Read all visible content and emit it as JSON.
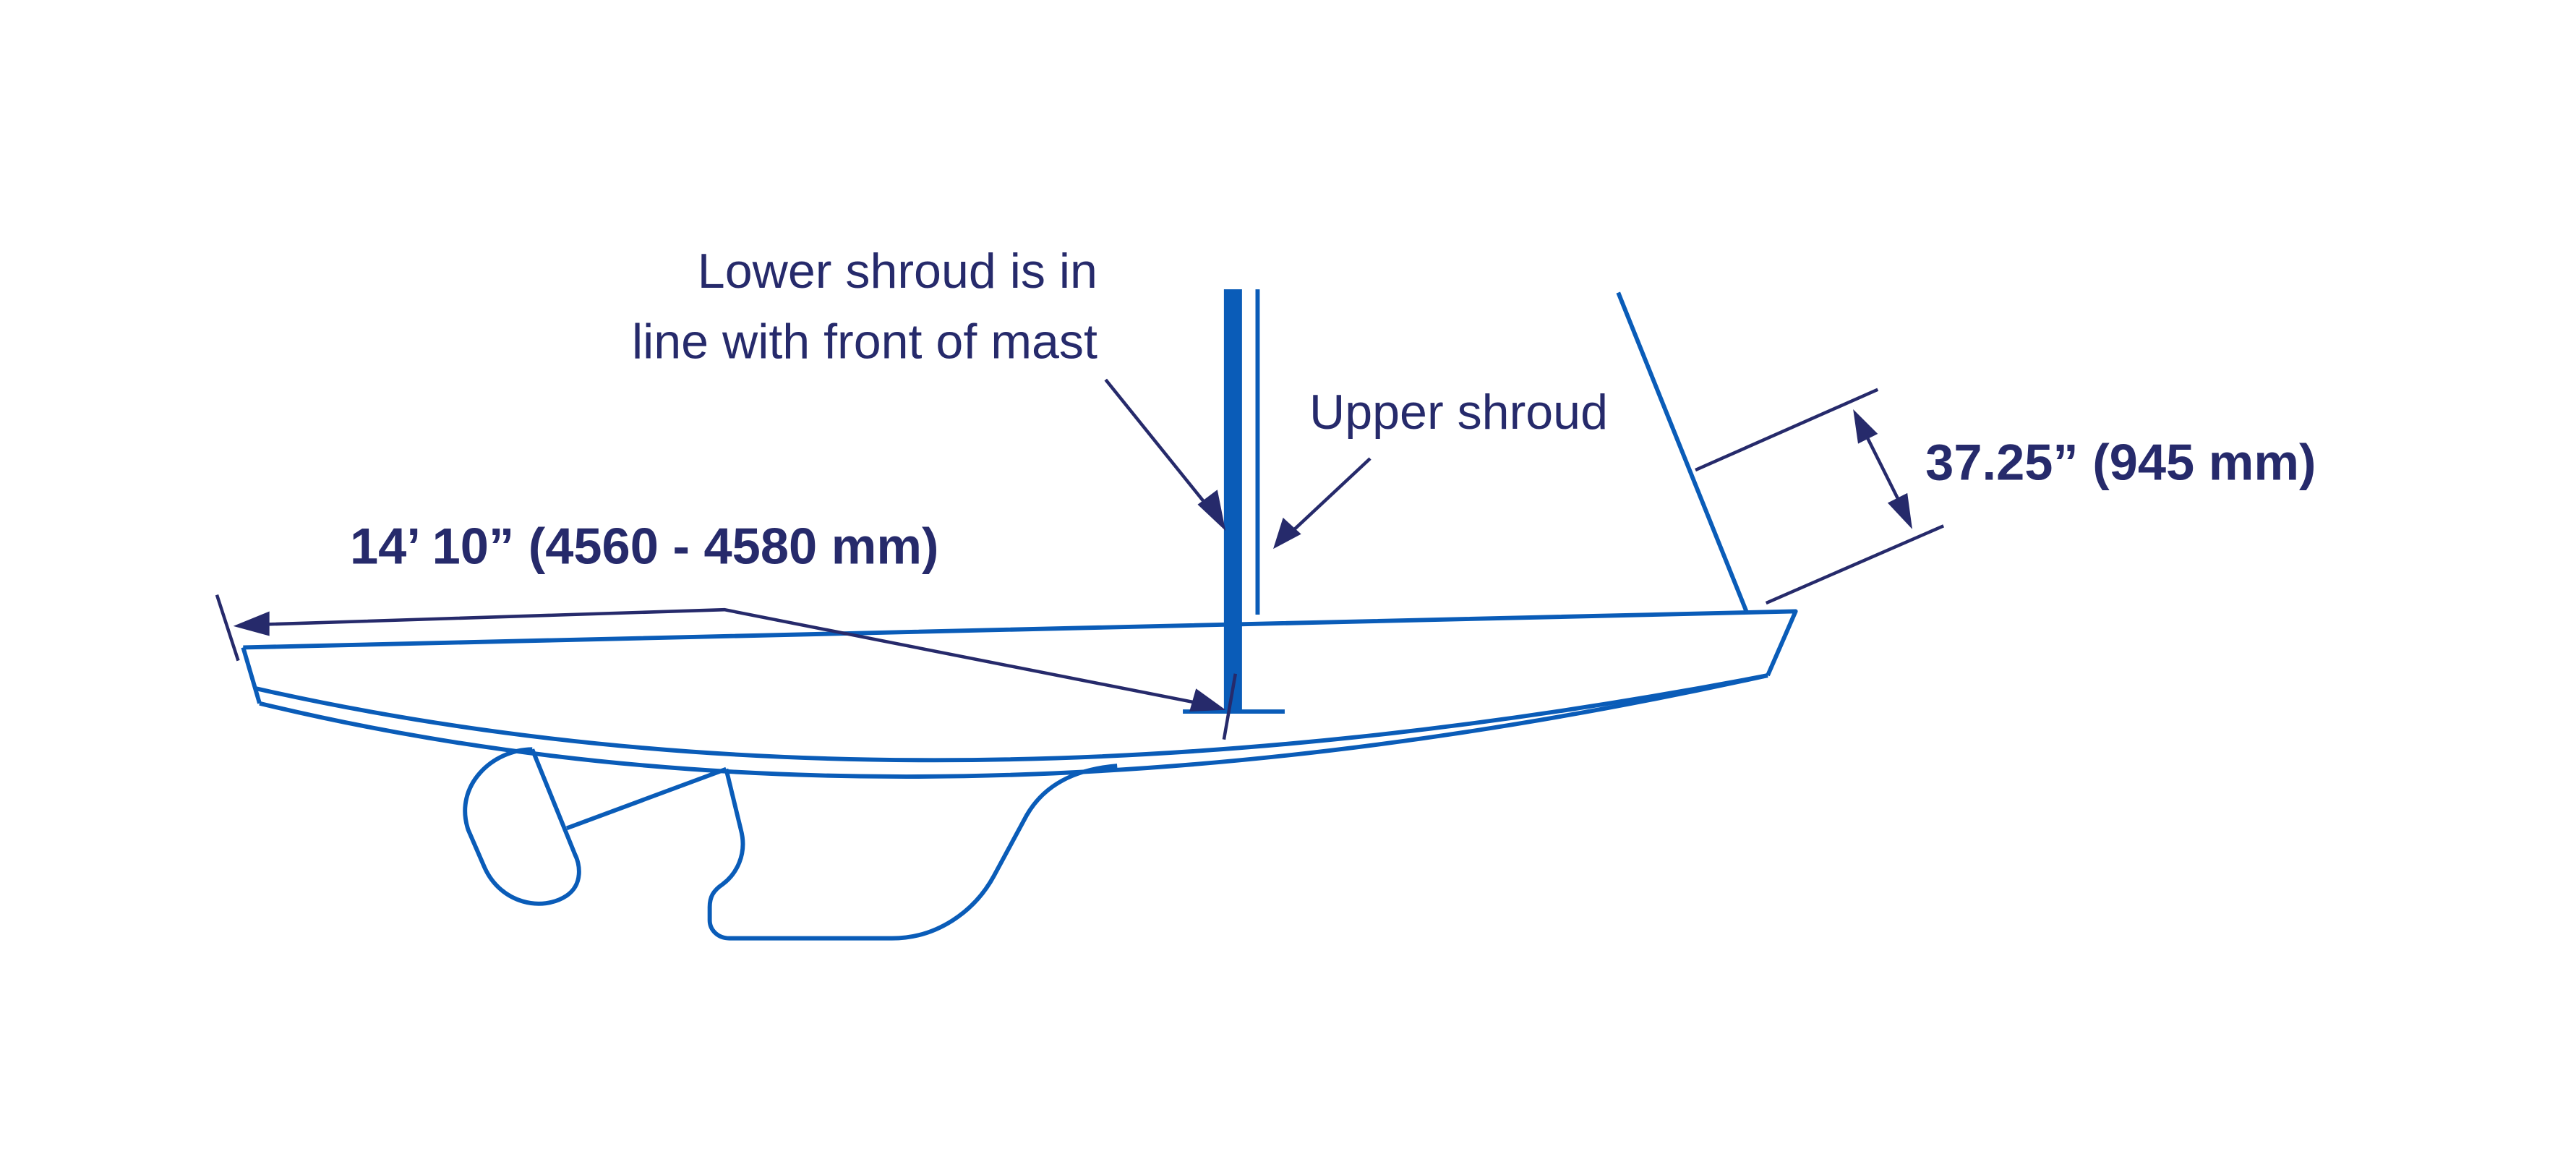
{
  "labels": {
    "lower_shroud_line1": "Lower shroud is in",
    "lower_shroud_line2": "line with front of mast",
    "upper_shroud": "Upper shroud",
    "forestay_dimension": "37.25”  (945 mm)",
    "length_dimension": "14’ 10”  (4560 - 4580 mm)"
  },
  "colors": {
    "hull": "#0a5cb8",
    "annotation": "#262a6b",
    "background": "#ffffff"
  }
}
